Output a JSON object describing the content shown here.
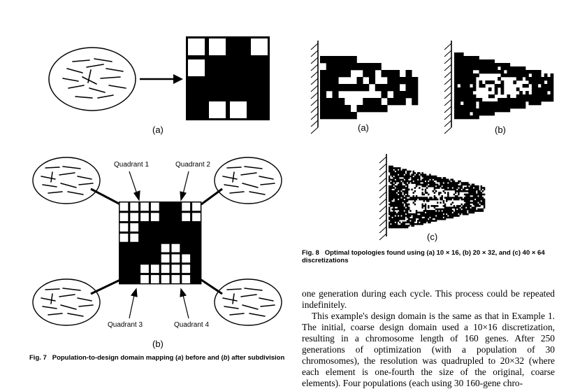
{
  "fig7": {
    "label_a": "(a)",
    "label_b": "(b)",
    "quadrant1": "Quadrant 1",
    "quadrant2": "Quadrant 2",
    "quadrant3": "Quadrant 3",
    "quadrant4": "Quadrant 4",
    "caption_fig": "Fig. 7",
    "caption_pre": "Population-to-design domain mapping (",
    "caption_a": "a",
    "caption_mid": ") before and (",
    "caption_b": "b",
    "caption_post": ") after subdivision"
  },
  "fig8": {
    "label_a": "(a)",
    "label_b": "(b)",
    "label_c": "(c)",
    "caption_fig": "Fig. 8",
    "caption_text": "Optimal topologies found using (a) 10 × 16, (b) 20 × 32, and (c) 40 × 64 discretizations"
  },
  "body": {
    "para1": "one generation during each cycle. This process could be repeated indefinitely.",
    "para2": "This example's design domain is the same as that in Example 1. The initial, coarse design domain used a 10×16 discretization, resulting in a chromosome length of 160 genes. After 250 generations of optimization (with a population of 30 chromosomes), the resolution was quadrupled to 20×32 (where each element is one-fourth the size of the original, coarse elements). Four populations (each using 30 160-gene chro-"
  }
}
